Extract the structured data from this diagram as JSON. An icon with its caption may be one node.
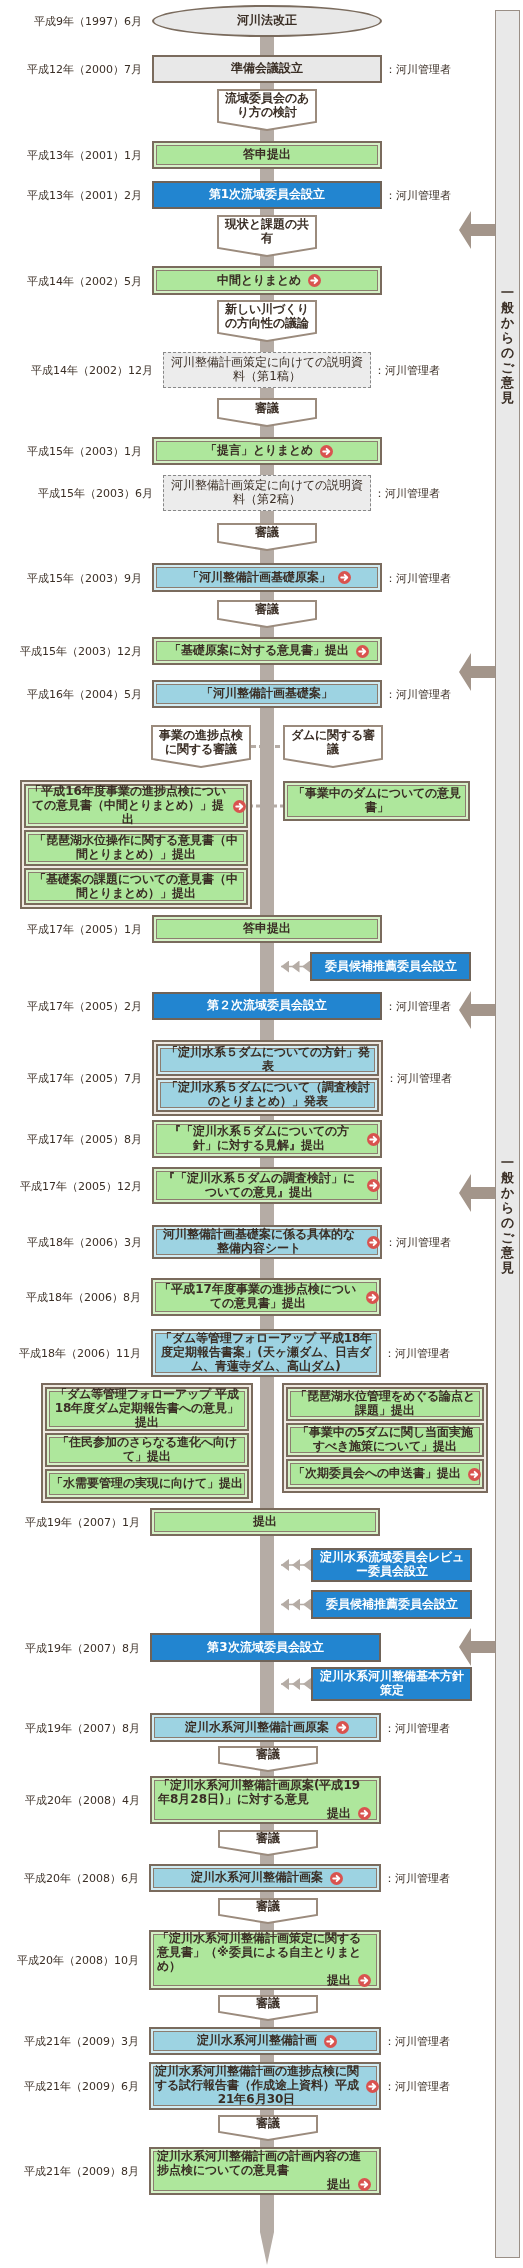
{
  "diagram": {
    "nodes": [
      {
        "text": [
          "河川法改正"
        ],
        "beside": [
          "平成9年（1997）6月"
        ]
      },
      {
        "text": [
          "準備会議設立"
        ],
        "beside": [
          "平成12年（2000）7月",
          "：河川管理者"
        ]
      },
      {
        "text": [
          "流域委員会のあり方の検討"
        ]
      },
      {
        "text": [
          "答申提出"
        ],
        "beside": [
          "平成13年（2001）1月"
        ]
      },
      {
        "text": [
          "第1次流域委員会設立"
        ],
        "beside": [
          "平成13年（2001）2月",
          "：河川管理者"
        ]
      },
      {
        "text": [
          "現状と課題の共有"
        ]
      },
      {
        "text": [
          "中間とりまとめ"
        ],
        "beside": [
          "平成14年（2002）5月"
        ]
      },
      {
        "text": [
          "新しい川づくりの方向性の議論"
        ]
      },
      {
        "text": [
          "河川整備計画策定に向けての説明資料（第1稿）"
        ],
        "beside": [
          "平成14年（2002）12月",
          "：河川管理者"
        ]
      },
      {
        "text": [
          "審議"
        ]
      },
      {
        "text": [
          "「提言」とりまとめ"
        ],
        "beside": [
          "平成15年（2003）1月"
        ]
      },
      {
        "text": [
          "河川整備計画策定に向けての説明資料（第2稿）"
        ],
        "beside": [
          "平成15年（2003）6月",
          "：河川管理者"
        ]
      },
      {
        "text": [
          "審議"
        ]
      },
      {
        "text": [
          "「河川整備計画基礎原案」"
        ],
        "beside": [
          "平成15年（2003）9月",
          "：河川管理者"
        ]
      },
      {
        "text": [
          "審議"
        ]
      },
      {
        "text": [
          "「基礎原案に対する意見書」提出"
        ],
        "beside": [
          "平成15年（2003）12月"
        ]
      },
      {
        "text": [
          "「河川整備計画基礎案」"
        ],
        "beside": [
          "平成16年（2004）5月",
          "：河川管理者"
        ]
      },
      {
        "text": [
          "事業の進捗点検に関する審議"
        ]
      },
      {
        "text": [
          "ダムに関する審議"
        ]
      },
      {
        "text": [],
        "shape": "box"
      },
      {
        "text": [
          "「平成16年度事業の進捗点検についての意見書（中間とりまとめ）」提出"
        ],
        "in": 19
      },
      {
        "text": [
          "「琵琶湖水位操作に関する意見書（中間とりまとめ）」提出"
        ],
        "in": 19
      },
      {
        "text": [
          "「基礎案の課題についての意見書（中間とりまとめ）」提出"
        ],
        "in": 19
      },
      {
        "text": [
          "「事業中のダムについての意見書」"
        ]
      },
      {
        "text": [
          "答申提出"
        ],
        "beside": [
          "平成17年（2005）1月"
        ]
      },
      {
        "text": [
          "委員候補推薦委員会設立"
        ]
      },
      {
        "text": [
          "第２次流域委員会設立"
        ],
        "beside": [
          "平成17年（2005）2月",
          "：河川管理者"
        ]
      },
      {
        "text": [],
        "shape": "box",
        "beside": [
          "平成17年（2005）7月",
          "：河川管理者"
        ]
      },
      {
        "text": [
          "「淀川水系５ダムについての方針」発表"
        ],
        "in": 27
      },
      {
        "text": [
          "「淀川水系５ダムについて（調査検討のとりまとめ）」発表"
        ],
        "in": 27
      },
      {
        "text": [
          "『「淀川水系５ダムについての方針」に対する見解』提出"
        ],
        "beside": [
          "平成17年（2005）8月"
        ]
      },
      {
        "text": [
          "『「淀川水系５ダムの調査検討」についての意見』提出"
        ],
        "beside": [
          "平成17年（2005）12月"
        ]
      },
      {
        "text": [
          "河川整備計画基礎案に係る具体的な整備内容シート"
        ],
        "beside": [
          "平成18年（2006）3月",
          "：河川管理者"
        ]
      },
      {
        "text": [
          "「平成17年度事業の進捗点検についての意見書」提出"
        ],
        "beside": [
          "平成18年（2006）8月"
        ]
      },
      {
        "text": [
          "「ダム等管理フォローアップ 平成18年度定期報告書案」(天ヶ瀬ダム、日吉ダム、青蓮寺ダム、高山ダム)"
        ],
        "beside": [
          "平成18年（2006）11月",
          "：河川管理者"
        ]
      },
      {
        "text": [],
        "shape": "box"
      },
      {
        "text": [
          "「ダム等管理フォローアップ 平成18年度ダム定期報告書への意見」提出"
        ],
        "in": 35
      },
      {
        "text": [
          "「住民参加のさらなる進化へ向けて」提出"
        ],
        "in": 35
      },
      {
        "text": [
          "「水需要管理の実現に向けて」提出"
        ],
        "in": 35
      },
      {
        "text": [],
        "shape": "box"
      },
      {
        "text": [
          "「琵琶湖水位管理をめぐる論点と課題」提出"
        ],
        "in": 39
      },
      {
        "text": [
          "「事業中の5ダムに関し当面実施すべき施策について」提出"
        ],
        "in": 39
      },
      {
        "text": [
          "「次期委員会への申送書」提出"
        ],
        "in": 39
      },
      {
        "text": [
          "提出"
        ],
        "beside": [
          "平成19年（2007）1月"
        ]
      },
      {
        "text": [
          "淀川水系流域委員会レビュー委員会設立"
        ]
      },
      {
        "text": [
          "委員候補推薦委員会設立"
        ]
      },
      {
        "text": [
          "第3次流域委員会設立"
        ],
        "beside": [
          "平成19年（2007）8月"
        ]
      },
      {
        "text": [
          "淀川水系河川整備基本方針策定"
        ]
      },
      {
        "text": [
          "淀川水系河川整備計画原案"
        ],
        "beside": [
          "平成19年（2007）8月",
          "：河川管理者"
        ]
      },
      {
        "text": [
          "審議"
        ]
      },
      {
        "text": [
          "「淀川水系河川整備計画原案(平成19年8月28日)」に対する意見",
          "提出"
        ],
        "beside": [
          "平成20年（2008）4月"
        ]
      },
      {
        "text": [
          "審議"
        ]
      },
      {
        "text": [
          "淀川水系河川整備計画案"
        ],
        "beside": [
          "平成20年（2008）6月",
          "：河川管理者"
        ]
      },
      {
        "text": [
          "審議"
        ]
      },
      {
        "text": [
          "「淀川水系河川整備計画策定に関する意見書」（※委員による自主とりまとめ）",
          "提出"
        ],
        "beside": [
          "平成20年（2008）10月"
        ]
      },
      {
        "text": [
          "審議"
        ]
      },
      {
        "text": [
          "淀川水系河川整備計画"
        ],
        "beside": [
          "平成21年（2009）3月",
          "：河川管理者"
        ]
      },
      {
        "text": [
          "淀川水系河川整備計画の進捗点検に関する試行報告書（作成途上資料）平成21年6月30日"
        ],
        "beside": [
          "平成21年（2009）6月",
          "：河川管理者"
        ]
      },
      {
        "text": [
          "審議"
        ]
      },
      {
        "text": [
          "淀川水系河川整備計画の計画内容の進捗点検についての意見書",
          "提出"
        ],
        "beside": [
          "平成21年（2009）8月"
        ]
      },
      {
        "text": [
          "一般からのご意見",
          "一般からのご意見"
        ]
      },
      {
        "text": [],
        "shape": "bar"
      }
    ],
    "edges": [
      {
        "from": 17,
        "to": 18,
        "arrow": "none",
        "style": "dashed"
      },
      {
        "from": 20,
        "to": 23,
        "arrow": "none",
        "style": "dashed"
      },
      {
        "from": 25,
        "to": null,
        "arrow": "to"
      },
      {
        "from": 44,
        "to": null,
        "arrow": "to"
      },
      {
        "from": 45,
        "to": null,
        "arrow": "to"
      },
      {
        "from": 47,
        "to": null,
        "arrow": "to"
      },
      {
        "from": 60,
        "to": null,
        "arrow": "to",
        "style": "thick"
      },
      {
        "from": 60,
        "to": null,
        "arrow": "to",
        "style": "thick"
      },
      {
        "from": 60,
        "to": null,
        "arrow": "to",
        "style": "thick"
      },
      {
        "from": 60,
        "to": null,
        "arrow": "to",
        "style": "thick"
      },
      {
        "from": 60,
        "to": null,
        "arrow": "to",
        "style": "thick"
      }
    ]
  }
}
